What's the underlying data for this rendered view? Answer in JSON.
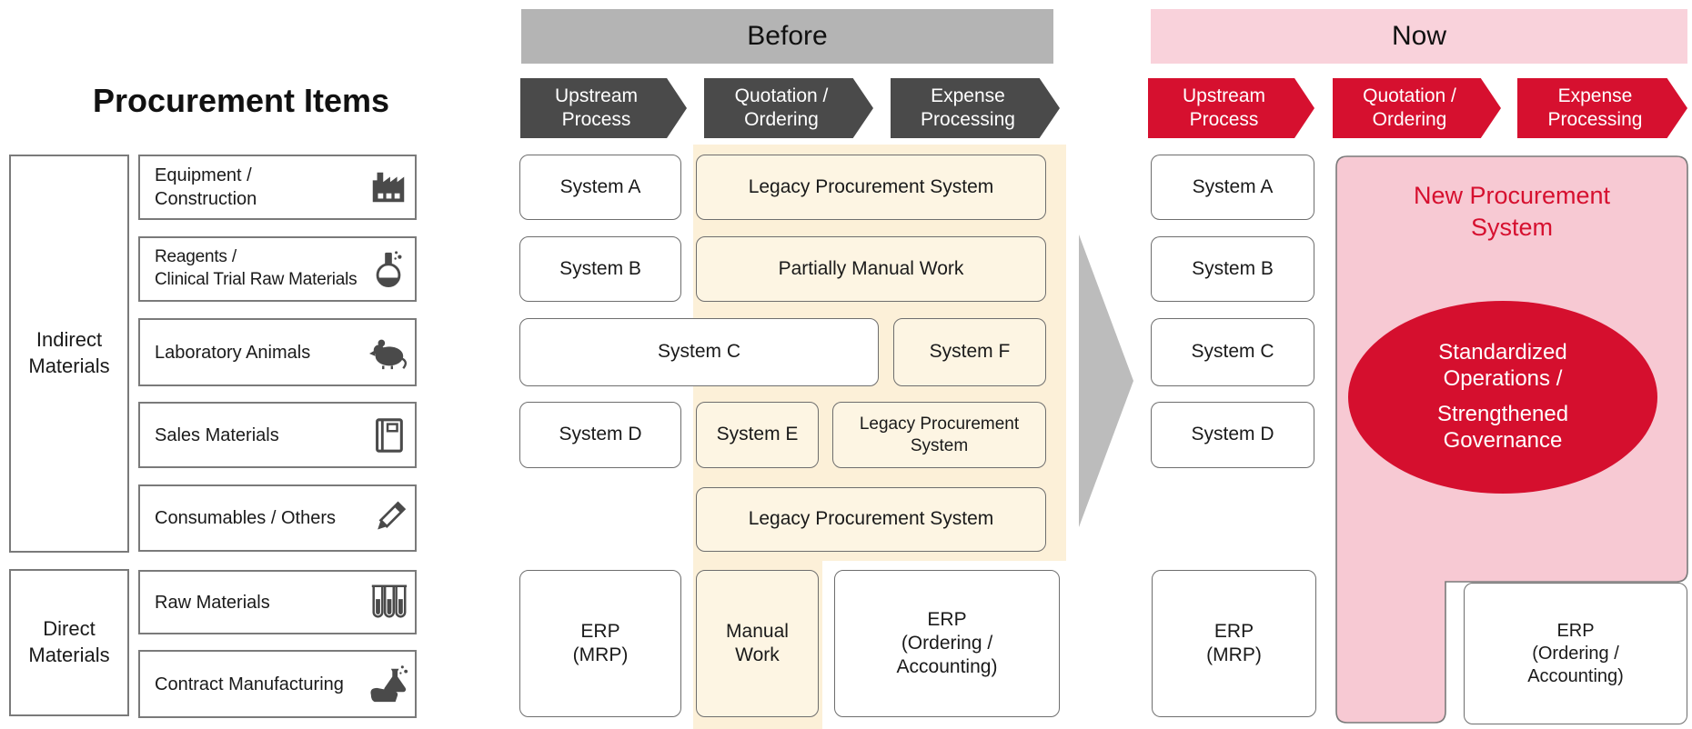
{
  "title": "Procurement Items",
  "headers": {
    "before": "Before",
    "now": "Now"
  },
  "process_steps": {
    "before": [
      "Upstream\nProcess",
      "Quotation /\nOrdering",
      "Expense\nProcessing"
    ],
    "now": [
      "Upstream\nProcess",
      "Quotation /\nOrdering",
      "Expense\nProcessing"
    ]
  },
  "categories": {
    "indirect": "Indirect\nMaterials",
    "direct": "Direct\nMaterials"
  },
  "items": [
    {
      "label": "Equipment /\nConstruction",
      "icon": "factory-icon"
    },
    {
      "label": "Reagents /\nClinical Trial Raw Materials",
      "icon": "round-flask-icon"
    },
    {
      "label": "Laboratory Animals",
      "icon": "mouse-icon"
    },
    {
      "label": "Sales Materials",
      "icon": "book-icon"
    },
    {
      "label": "Consumables / Others",
      "icon": "pencil-icon"
    },
    {
      "label": "Raw Materials",
      "icon": "test-tubes-icon"
    },
    {
      "label": "Contract Manufacturing",
      "icon": "hand-flask-icon"
    }
  ],
  "before": {
    "boxes": {
      "system_a": "System A",
      "legacy_row1": "Legacy Procurement System",
      "system_b": "System B",
      "partially_manual": "Partially Manual Work",
      "system_c": "System C",
      "system_f": "System F",
      "system_d": "System D",
      "system_e": "System E",
      "legacy_row4": "Legacy Procurement\nSystem",
      "legacy_row5": "Legacy Procurement System",
      "erp_mrp": "ERP\n(MRP)",
      "manual_work": "Manual\nWork",
      "erp_ordering": "ERP\n(Ordering /\nAccounting)"
    }
  },
  "now": {
    "boxes": {
      "system_a": "System A",
      "system_b": "System B",
      "system_c": "System C",
      "system_d": "System D",
      "erp_mrp": "ERP\n(MRP)",
      "erp_ordering": "ERP\n(Ordering /\nAccounting)"
    },
    "new_system": {
      "title": "New Procurement\nSystem",
      "ellipse_line1": "Standardized\nOperations /",
      "ellipse_line2": "Strengthened\nGovernance"
    }
  },
  "colors": {
    "accent_red": "#d6102f",
    "ellipse_red": "#d50f2e",
    "pink_header": "#f9d2db",
    "pink_panel": "#f7c9d3",
    "gray_header": "#b4b4b4",
    "dark_arrow": "#4a4a4a",
    "big_arrow_gray": "#bcbcbc",
    "cream_band": "#fcf0d8",
    "cream_box": "#fdf5e3"
  }
}
